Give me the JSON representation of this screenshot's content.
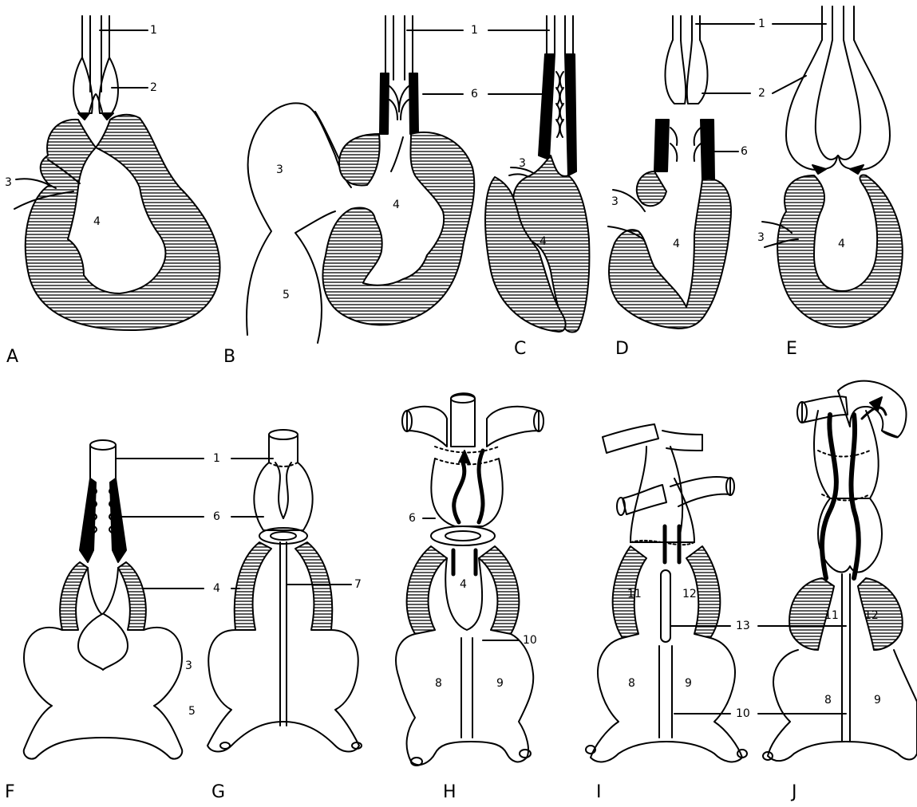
{
  "panels": [
    "A",
    "B",
    "C",
    "D",
    "E",
    "F",
    "G",
    "H",
    "I",
    "J"
  ],
  "callout_numbers": [
    "1",
    "2",
    "3",
    "4",
    "5",
    "6",
    "7",
    "8",
    "9",
    "10",
    "11",
    "12",
    "13"
  ],
  "colors": {
    "ink": "#000000",
    "paper": "#ffffff",
    "hatch": "#000000"
  }
}
